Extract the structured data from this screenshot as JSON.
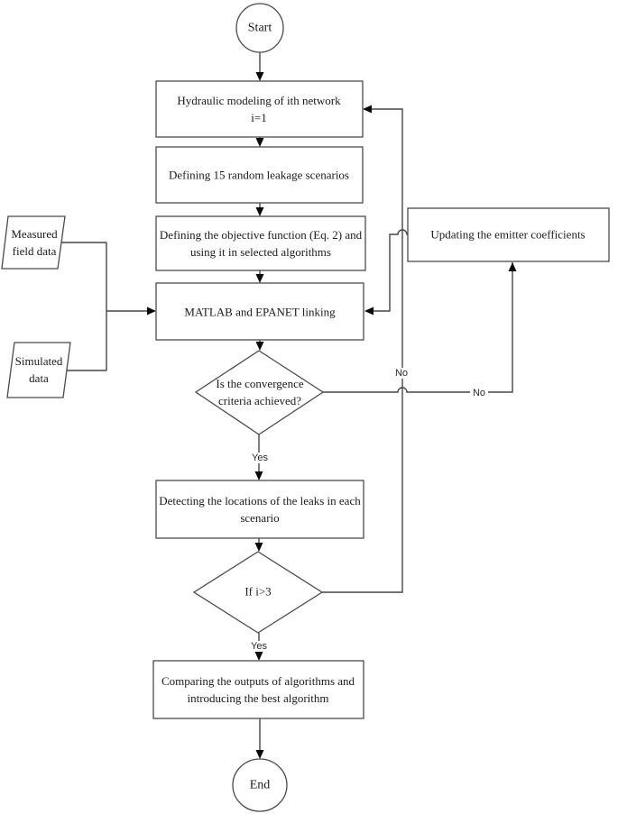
{
  "diagram": {
    "background": "#ffffff",
    "colors": {
      "shape_border": "#4b4b4b",
      "connector": "#474747",
      "arrowhead": "#0a0a0a",
      "text": "#1b1b1b",
      "small_label_text": "#2a2a2a"
    },
    "nodes": {
      "start": {
        "type": "terminator",
        "lines": [
          "Start"
        ]
      },
      "hydraulic": {
        "type": "process",
        "lines": [
          "Hydraulic modeling of ith network",
          "i=1"
        ]
      },
      "scenarios": {
        "type": "process",
        "lines": [
          "Defining 15 random leakage scenarios"
        ]
      },
      "objective": {
        "type": "process",
        "lines": [
          "Defining the objective function (Eq. 2) and",
          "using it in selected algorithms"
        ]
      },
      "matlab": {
        "type": "process",
        "lines": [
          "MATLAB and EPANET linking"
        ]
      },
      "convergence": {
        "type": "decision",
        "lines": [
          "Is the convergence",
          "criteria achieved?"
        ]
      },
      "detecting": {
        "type": "process",
        "lines": [
          "Detecting the locations of the leaks in each",
          "scenario"
        ]
      },
      "iteration": {
        "type": "decision",
        "lines": [
          "If i>3"
        ]
      },
      "comparing": {
        "type": "process",
        "lines": [
          "Comparing the outputs of algorithms and",
          "introducing the best algorithm"
        ]
      },
      "end": {
        "type": "terminator",
        "lines": [
          "End"
        ]
      },
      "updating": {
        "type": "process",
        "lines": [
          "Updating the emitter coefficients"
        ]
      },
      "measured": {
        "type": "data",
        "lines": [
          "Measured",
          "field data"
        ]
      },
      "simulated": {
        "type": "data",
        "lines": [
          "Simulated",
          "data"
        ]
      }
    },
    "edge_labels": {
      "yes_convergence": "Yes",
      "yes_iteration": "Yes",
      "no_iteration": "No",
      "no_convergence": "No"
    }
  }
}
